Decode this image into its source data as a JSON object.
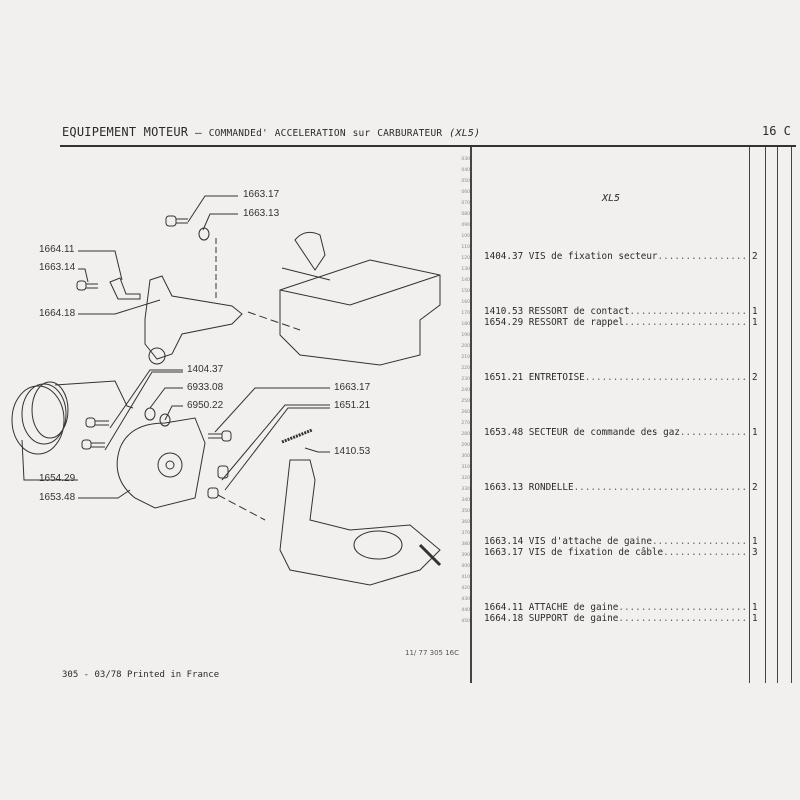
{
  "header": {
    "title_main": "EQUIPEMENT MOTEUR",
    "title_dash": "–",
    "title_sub1": "COMMANDE",
    "title_sub2": "d'",
    "title_sub3": "ACCELERATION",
    "title_sub4": "sur",
    "title_sub5": "CARBURATEUR",
    "title_variant": "(XL5)",
    "page_number": "16 C"
  },
  "ruler": [
    "030",
    "040",
    "050",
    "060",
    "070",
    "080",
    "090",
    "100",
    "110",
    "120",
    "130",
    "140",
    "150",
    "160",
    "170",
    "180",
    "190",
    "200",
    "210",
    "220",
    "230",
    "240",
    "250",
    "260",
    "270",
    "280",
    "290",
    "300",
    "310",
    "320",
    "330",
    "340",
    "350",
    "360",
    "370",
    "380",
    "390",
    "400",
    "410",
    "420",
    "430",
    "440",
    "450"
  ],
  "diagram": {
    "callouts": [
      "1663.17",
      "1663.13",
      "1664.11",
      "1663.14",
      "1664.18",
      "1404.37",
      "6933.08",
      "6950.22",
      "1663.17",
      "1651.21",
      "1410.53",
      "1654.29",
      "1653.48"
    ],
    "reference": "11/ 77 305 16C"
  },
  "parts_list": {
    "variant_header": "XL5",
    "items": [
      {
        "ref": "1404.37",
        "desc": "VIS de fixation secteur",
        "qty": "2"
      },
      {
        "ref": "1410.53",
        "desc": "RESSORT de contact",
        "qty": "1"
      },
      {
        "ref": "1654.29",
        "desc": "RESSORT de rappel",
        "qty": "1"
      },
      {
        "ref": "1651.21",
        "desc": "ENTRETOISE",
        "qty": "2"
      },
      {
        "ref": "1653.48",
        "desc": "SECTEUR de commande des gaz",
        "qty": "1"
      },
      {
        "ref": "1663.13",
        "desc": "RONDELLE",
        "qty": "2"
      },
      {
        "ref": "1663.14",
        "desc": "VIS d'attache de gaine",
        "qty": "1"
      },
      {
        "ref": "1663.17",
        "desc": "VIS de fixation de câble",
        "qty": "3"
      },
      {
        "ref": "1664.11",
        "desc": "ATTACHE de gaine",
        "qty": "1"
      },
      {
        "ref": "1664.18",
        "desc": "SUPPORT de gaine",
        "qty": "1"
      }
    ]
  },
  "footer": {
    "text": "305 - 03/78 Printed in France"
  }
}
